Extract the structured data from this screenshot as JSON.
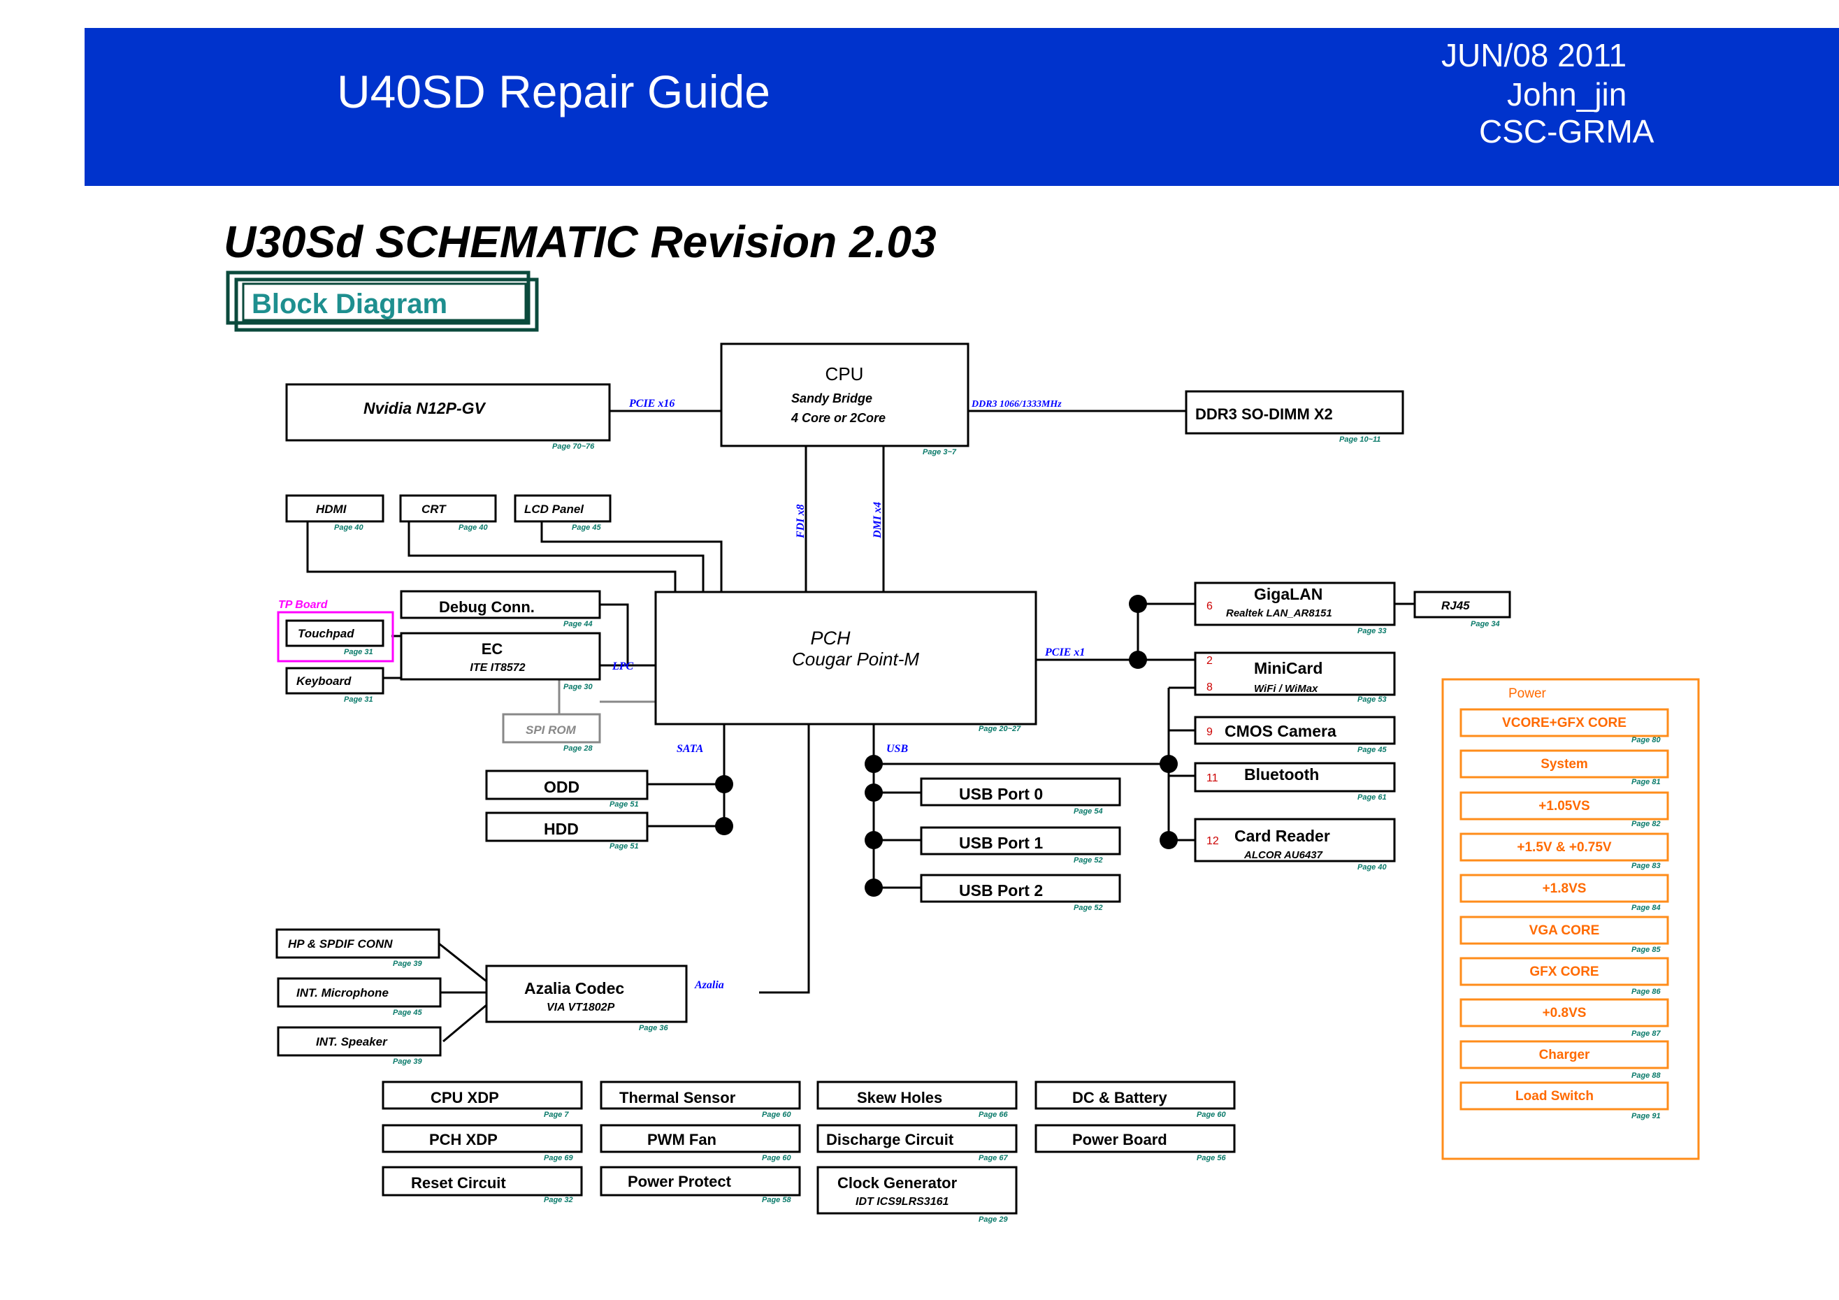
{
  "header": {
    "title": "U40SD Repair Guide",
    "date": "JUN/08 2011",
    "author": "John_jin",
    "dept": "CSC-GRMA"
  },
  "doc_title": "U30Sd SCHEMATIC Revision 2.03",
  "block_diagram_label": "Block Diagram",
  "blocks": {
    "cpu": {
      "title": "CPU",
      "line1": "Sandy Bridge",
      "line2": "4 Core or 2Core",
      "page": "Page 3~7"
    },
    "nvidia": {
      "title": "Nvidia N12P-GV",
      "page": "Page 70~76"
    },
    "ddr3": {
      "title": "DDR3 SO-DIMM X2",
      "page": "Page 10~11"
    },
    "hdmi": {
      "title": "HDMI",
      "page": "Page 40"
    },
    "crt": {
      "title": "CRT",
      "page": "Page 40"
    },
    "lcd": {
      "title": "LCD Panel",
      "page": "Page 45"
    },
    "tp_board": "TP Board",
    "touchpad": {
      "title": "Touchpad",
      "page": "Page 31"
    },
    "keyboard": {
      "title": "Keyboard",
      "page": "Page 31"
    },
    "debug": {
      "title": "Debug Conn.",
      "page": "Page 44"
    },
    "ec": {
      "title": "EC",
      "line1": "ITE IT8572",
      "page": "Page 30"
    },
    "spirom": {
      "title": "SPI ROM",
      "page": "Page 28"
    },
    "pch": {
      "title": "PCH",
      "line1": "Cougar Point-M",
      "page": "Page 20~27"
    },
    "odd": {
      "title": "ODD",
      "page": "Page 51"
    },
    "hdd": {
      "title": "HDD",
      "page": "Page 51"
    },
    "usb0": {
      "title": "USB Port 0",
      "page": "Page 54"
    },
    "usb1": {
      "title": "USB Port 1",
      "page": "Page 52"
    },
    "usb2": {
      "title": "USB Port 2",
      "page": "Page 52"
    },
    "gigalan": {
      "title": "GigaLAN",
      "line1": "Realtek LAN_AR8151",
      "num": "6",
      "page": "Page 33"
    },
    "rj45": {
      "title": "RJ45",
      "page": "Page 34"
    },
    "minicard": {
      "title": "MiniCard",
      "line1": "WiFi / WiMax",
      "num1": "2",
      "num2": "8",
      "page": "Page 53"
    },
    "cmos": {
      "title": "CMOS Camera",
      "num": "9",
      "page": "Page 45"
    },
    "bluetooth": {
      "title": "Bluetooth",
      "num": "11",
      "page": "Page 61"
    },
    "cardreader": {
      "title": "Card Reader",
      "line1": "ALCOR AU6437",
      "num": "12",
      "page": "Page 40"
    },
    "hp_spdif": {
      "title": "HP & SPDIF CONN",
      "page": "Page 39"
    },
    "int_mic": {
      "title": "INT. Microphone",
      "page": "Page 45"
    },
    "int_spk": {
      "title": "INT. Speaker",
      "page": "Page 39"
    },
    "azalia": {
      "title": "Azalia Codec",
      "line1": "VIA VT1802P",
      "page": "Page 36"
    }
  },
  "buses": {
    "pcie16": "PCIE x16",
    "ddr3bus": "DDR3 1066/1333MHz",
    "fdi": "FDI x8",
    "dmi": "DMI x4",
    "lpc": "LPC",
    "pcie1": "PCIE x1",
    "sata": "SATA",
    "usb": "USB",
    "azalia": "Azalia"
  },
  "bottom_blocks": [
    {
      "title": "CPU XDP",
      "page": "Page 7"
    },
    {
      "title": "Thermal Sensor",
      "page": "Page 60"
    },
    {
      "title": "Skew Holes",
      "page": "Page 66"
    },
    {
      "title": "DC & Battery",
      "page": "Page 60"
    },
    {
      "title": "PCH XDP",
      "page": "Page 69"
    },
    {
      "title": "PWM Fan",
      "page": "Page 60"
    },
    {
      "title": "Discharge Circuit",
      "page": "Page 67"
    },
    {
      "title": "Power Board",
      "page": "Page 56"
    },
    {
      "title": "Reset Circuit",
      "page": "Page 32"
    },
    {
      "title": "Power Protect",
      "page": "Page 58"
    },
    {
      "title": "Clock Generator",
      "line1": "IDT ICS9LRS3161",
      "page": "Page 29"
    }
  ],
  "power": {
    "title": "Power",
    "items": [
      {
        "label": "VCORE+GFX CORE",
        "page": "Page 80"
      },
      {
        "label": "System",
        "page": "Page 81"
      },
      {
        "label": "+1.05VS",
        "page": "Page 82"
      },
      {
        "label": "+1.5V & +0.75V",
        "page": "Page 83"
      },
      {
        "label": "+1.8VS",
        "page": "Page 84"
      },
      {
        "label": "VGA CORE",
        "page": "Page 85"
      },
      {
        "label": "GFX CORE",
        "page": "Page 86"
      },
      {
        "label": "+0.8VS",
        "page": "Page 87"
      },
      {
        "label": "Charger",
        "page": "Page 88"
      },
      {
        "label": "Load Switch",
        "page": "Page 91"
      }
    ]
  },
  "colors": {
    "header_bg": "#0033cc",
    "power": "#ff8c1a",
    "tp_board": "#ff00ff",
    "bus": "#0000ff"
  }
}
